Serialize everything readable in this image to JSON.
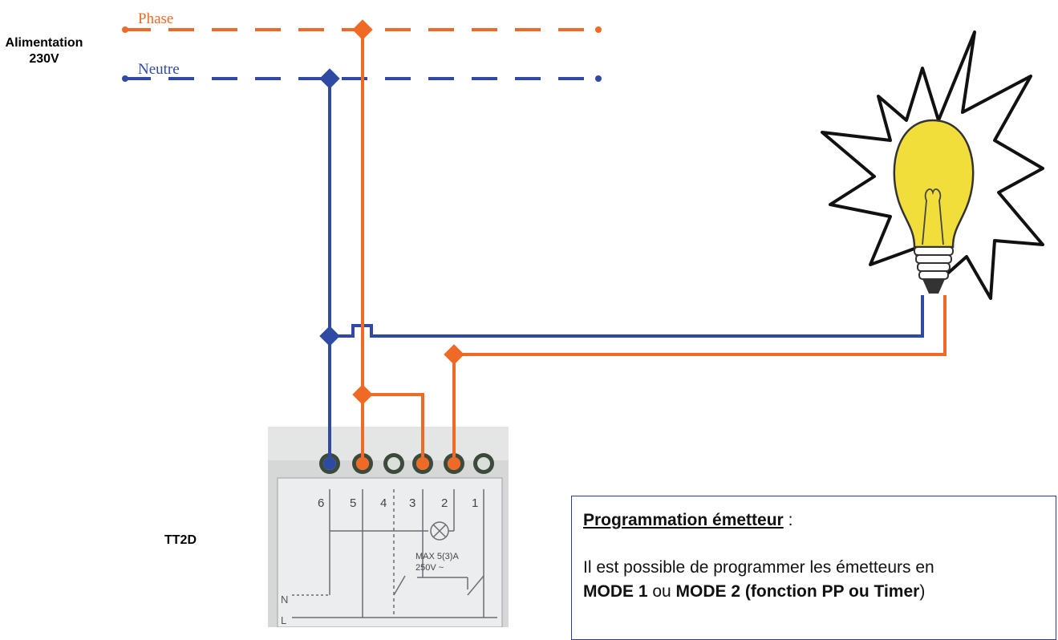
{
  "wires": {
    "phase_label": "Phase",
    "neutre_label": "Neutre",
    "phase_color": "#ef6a25",
    "neutre_color": "#2f4aa3"
  },
  "supply": {
    "line1": "Alimentation",
    "line2": "230V"
  },
  "device": {
    "label": "TT2D",
    "terminal_numbers": [
      "6",
      "5",
      "4",
      "3",
      "2",
      "1"
    ],
    "rating_line1": "MAX 5(3)A",
    "rating_line2": "250V ~",
    "n_label": "N",
    "l_label": "L"
  },
  "info": {
    "title": "Programmation émetteur",
    "title_suffix": " :",
    "text_intro": "Il est possible de programmer les émetteurs en",
    "mode1": "MODE 1",
    "text_or": " ou ",
    "mode2": "MODE 2 (fonction PP ou Timer",
    "text_end": ")"
  },
  "bulb_color": "#f2de3b"
}
